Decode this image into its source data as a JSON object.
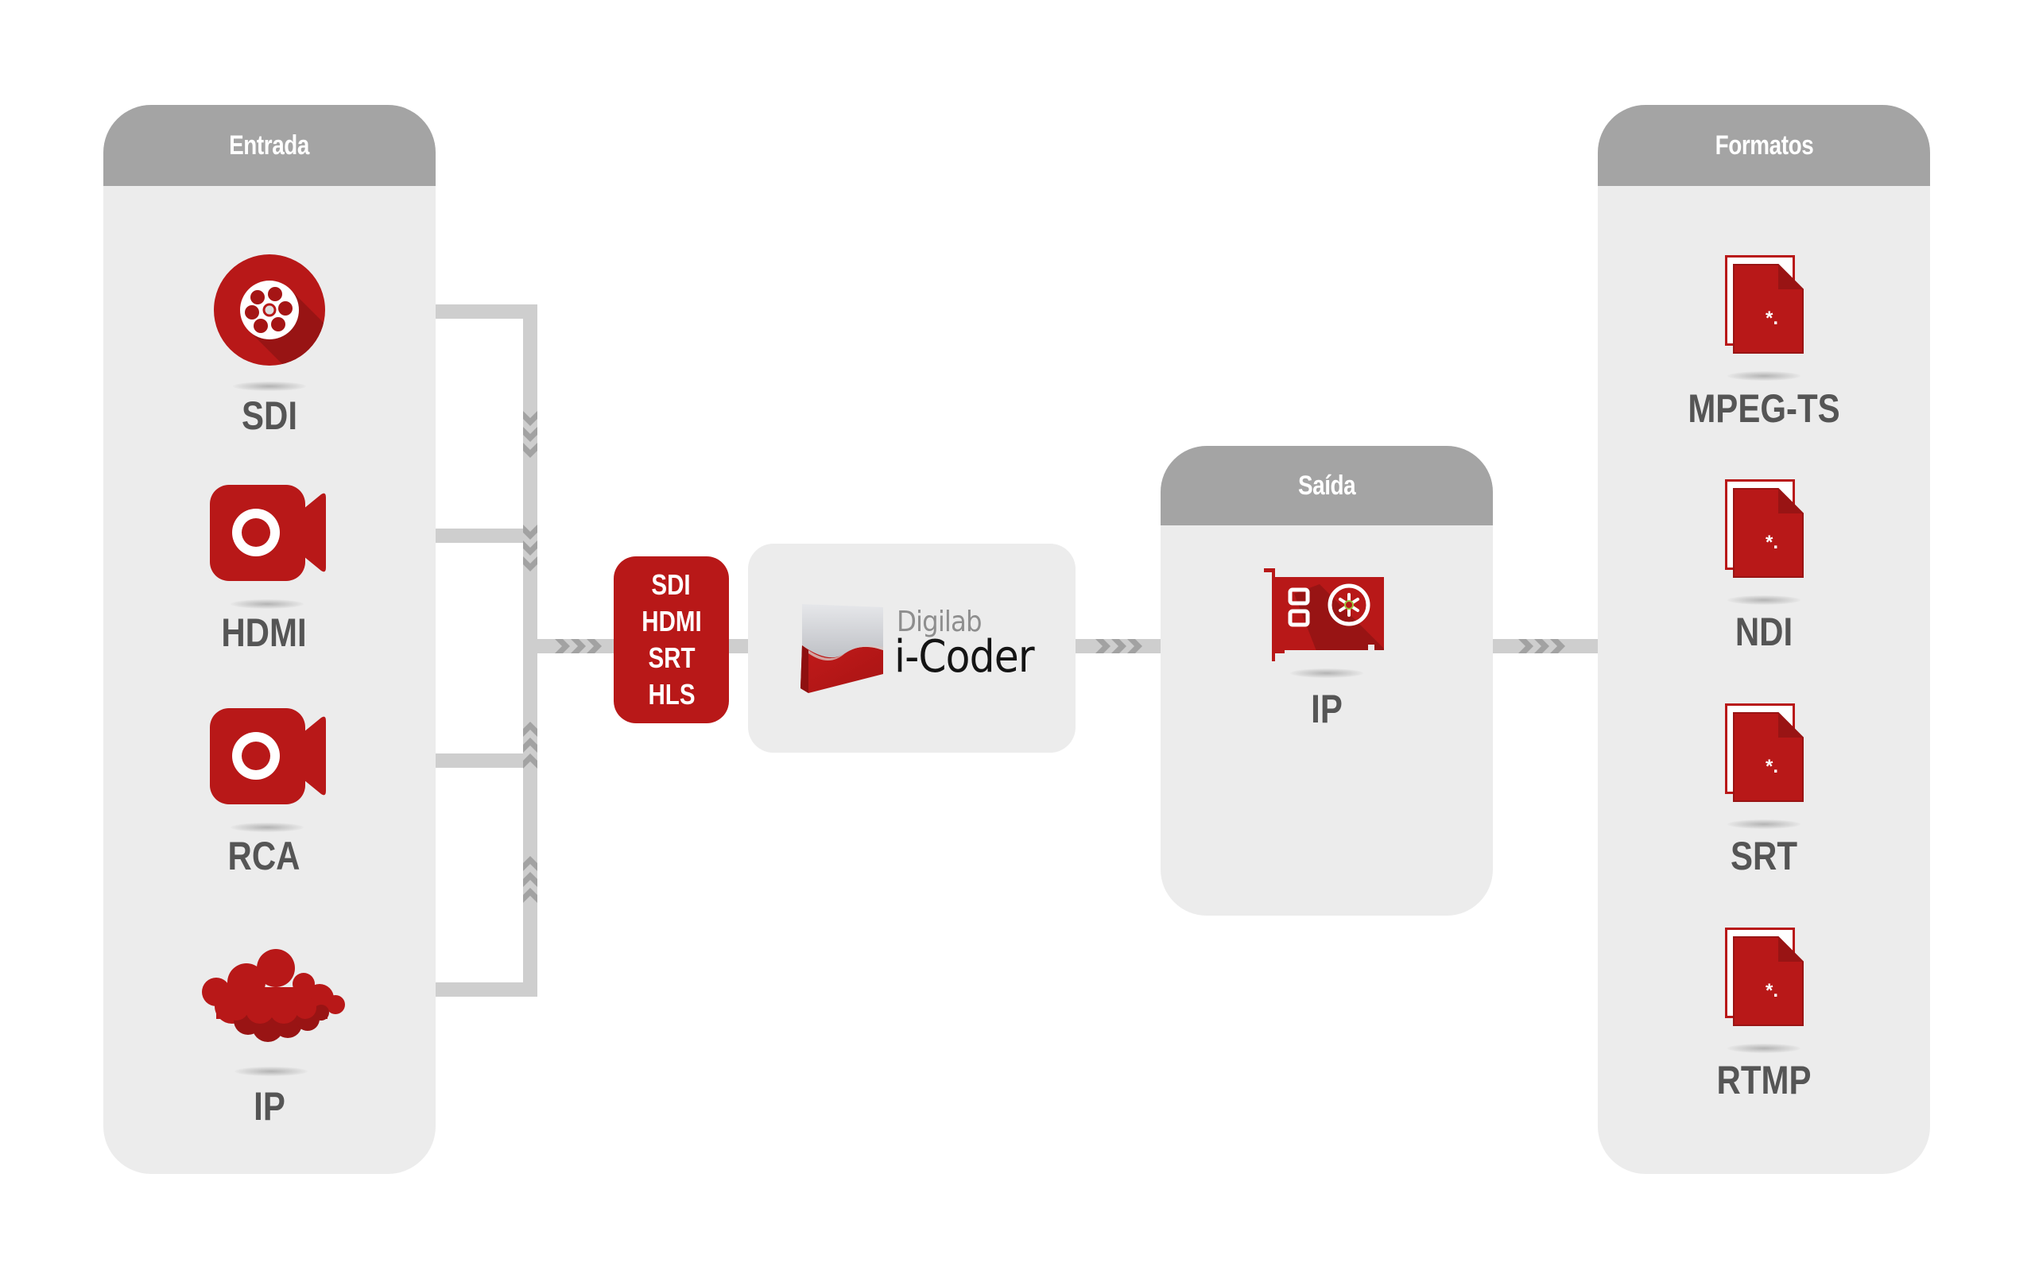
{
  "colors": {
    "accent_red": "#b81818",
    "accent_red_dark": "#981414",
    "panel_bg": "#ececec",
    "header_bg": "#a4a4a4",
    "connector": "#cecece",
    "chevron": "#a2a2a2",
    "label": "#555555"
  },
  "input_panel": {
    "title": "Entrada",
    "items": [
      {
        "label": "SDI",
        "icon": "film-reel-icon"
      },
      {
        "label": "HDMI",
        "icon": "video-camera-icon"
      },
      {
        "label": "RCA",
        "icon": "video-camera-icon"
      },
      {
        "label": "IP",
        "icon": "cloud-icon"
      }
    ]
  },
  "protocols_box": {
    "lines": [
      "SDI",
      "HDMI",
      "SRT",
      "HLS"
    ]
  },
  "encoder": {
    "brand": "Digilab",
    "product": "i-Coder",
    "icon": "i-coder-logo-icon"
  },
  "output_panel": {
    "title": "Saída",
    "items": [
      {
        "label": "IP",
        "icon": "network-card-icon"
      }
    ]
  },
  "formats_panel": {
    "title": "Formatos",
    "items": [
      {
        "label": "MPEG-TS",
        "icon": "file-icon"
      },
      {
        "label": "NDI",
        "icon": "file-icon"
      },
      {
        "label": "SRT",
        "icon": "file-icon"
      },
      {
        "label": "RTMP",
        "icon": "file-icon"
      }
    ],
    "file_glyph": "*."
  }
}
